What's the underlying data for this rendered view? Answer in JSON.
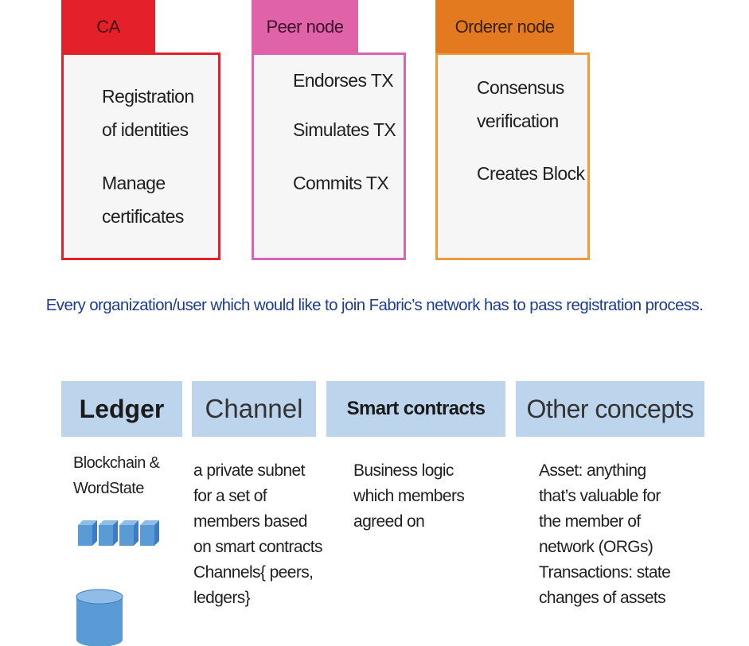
{
  "nodes": {
    "ca": {
      "title": "CA",
      "lines": [
        "Registration",
        "of identities",
        "Manage",
        "certificates"
      ],
      "color": "#e4212b"
    },
    "peer": {
      "title": "Peer node",
      "lines": [
        "Endorses TX",
        "Simulates TX",
        "Commits TX"
      ],
      "color": "#d765b2"
    },
    "orderer": {
      "title": "Orderer node",
      "lines": [
        "Consensus",
        "verification",
        "Creates Block"
      ],
      "color": "#e37a1f"
    }
  },
  "caption": "Every organization/user which would like to join Fabric’s network has to pass registration process.",
  "concepts": {
    "ledger": {
      "title": "Ledger",
      "lines": [
        "Blockchain &",
        "WordState"
      ],
      "icons": [
        "blocks-icon",
        "database-icon"
      ]
    },
    "channel": {
      "title": "Channel",
      "lines": [
        "a private subnet",
        "for a set of",
        "members based",
        "on smart contracts",
        "Channels{ peers,",
        "ledgers}"
      ]
    },
    "smart_contracts": {
      "title": "Smart contracts",
      "lines": [
        "Business logic",
        "which members",
        "agreed on"
      ]
    },
    "other": {
      "title": "Other concepts",
      "lines": [
        "Asset: anything",
        "that’s valuable for",
        "the member of",
        "network (ORGs)",
        "Transactions: state",
        "changes of assets"
      ]
    }
  },
  "colors": {
    "caption": "#1e3d8f",
    "concept_header_bg": "#bcd5ec",
    "icon_blue": "#5b9bd5"
  }
}
